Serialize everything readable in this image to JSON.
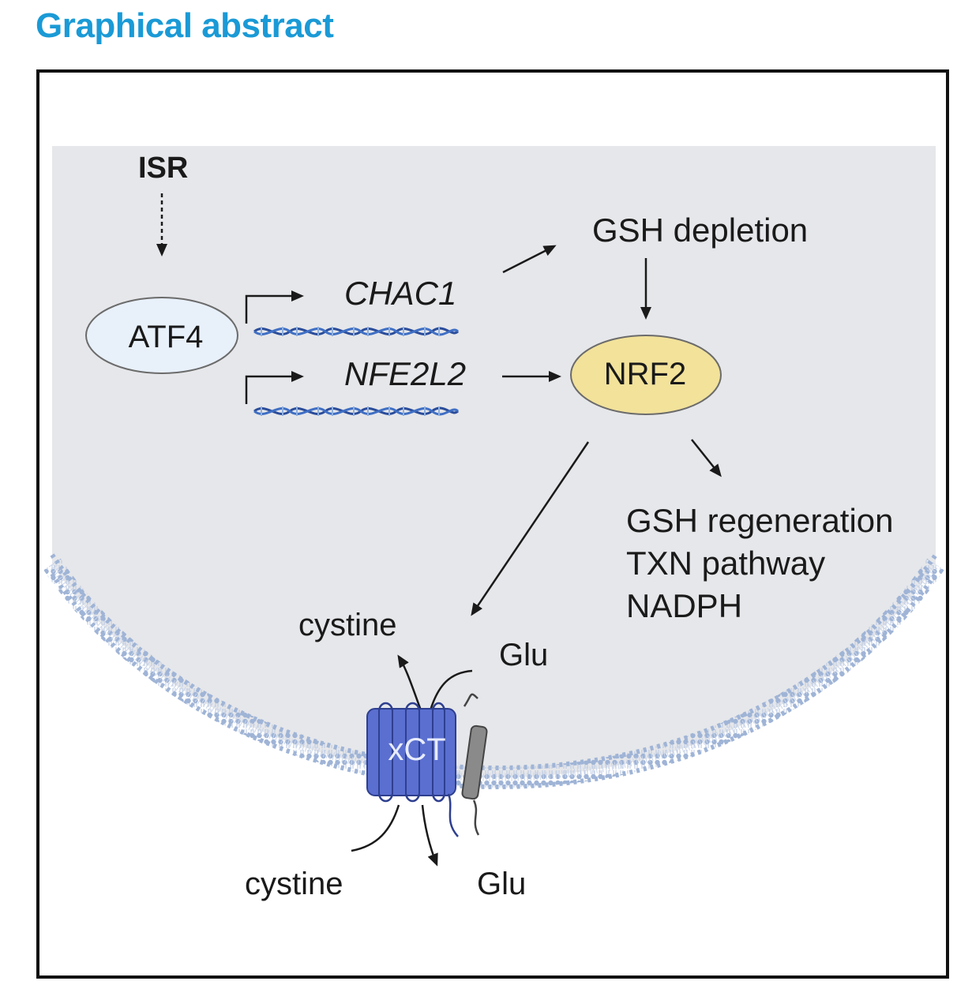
{
  "heading": "Graphical abstract",
  "labels": {
    "isr": "ISR",
    "atf4": "ATF4",
    "chac1": "CHAC1",
    "nfe2l2": "NFE2L2",
    "gsh_depletion": "GSH depletion",
    "nrf2": "NRF2",
    "outputs": [
      "GSH regeneration",
      "TXN pathway",
      "NADPH"
    ],
    "cystine_top": "cystine",
    "glu_top": "Glu",
    "cystine_bottom": "cystine",
    "glu_bottom": "Glu",
    "xct": "xCT"
  },
  "colors": {
    "heading": "#1a9ad6",
    "cell": "#e6e7ea",
    "atf4_fill": "#e8f0fa",
    "nrf2_fill": "#f2e29a",
    "transporter": "#5a6fd0",
    "membrane": "#9fb4d6",
    "dna": "#2a4c9a"
  }
}
